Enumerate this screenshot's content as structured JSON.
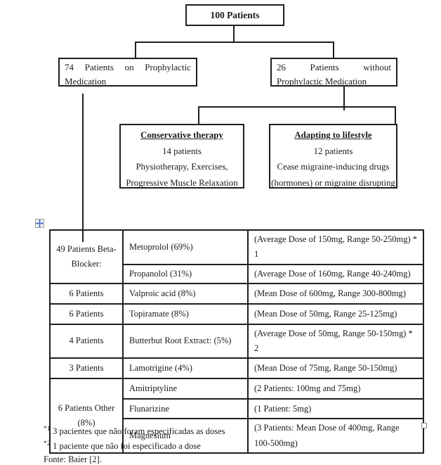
{
  "flowchart": {
    "root": "100 Patients",
    "left_branch": "74 Patients on Prophylactic Medication",
    "right_branch": "26 Patients without Prophylactic Medication",
    "conservative": {
      "title": "Conservative therapy",
      "count": "14 patients",
      "line2": "Physiotherapy, Exercises,",
      "line3": "Progressive Muscle Relaxation"
    },
    "lifestyle": {
      "title": "Adapting to lifestyle",
      "count": "12 patients",
      "line2": "Cease migraine-inducing drugs",
      "line3": "(hormones) or migraine disrupting"
    }
  },
  "table": {
    "rows": [
      {
        "group": "49 Patients Beta-Blocker:",
        "drug": "Metoprolol (69%)",
        "dose": "(Average Dose of 150mg, Range 50-250mg) * 1"
      },
      {
        "drug": "Propanolol (31%)",
        "dose": "(Average Dose of 160mg, Range 40-240mg)"
      },
      {
        "group": "6 Patients",
        "drug": "Valproic acid (8%)",
        "dose": "(Mean Dose of 600mg, Range 300-800mg)"
      },
      {
        "group": "6 Patients",
        "drug": "Topiramate (8%)",
        "dose": "(Mean Dose of 50mg, Range 25-125mg)"
      },
      {
        "group": "4 Patients",
        "drug": "Butterbut Root Extract: (5%)",
        "dose": "(Average Dose of 50mg, Range 50-150mg) * 2"
      },
      {
        "group": "3 Patients",
        "drug": "Lamotrigine (4%)",
        "dose": "(Mean Dose of 75mg, Range 50-150mg)"
      },
      {
        "group": "6 Patients Other (8%)",
        "drug": "Amitriptyline",
        "dose": "(2 Patients: 100mg and 75mg)"
      },
      {
        "drug": "Flunarizine",
        "dose": "(1 Patient: 5mg)"
      },
      {
        "drug": "Magnesium",
        "dose": "(3 Patients: Mean Dose of 400mg, Range 100-500mg)"
      }
    ]
  },
  "footnotes": [
    {
      "marker": "*1",
      "text": " 3 pacientes que não foram especificadas as doses"
    },
    {
      "marker": "*2",
      "text": " 1 paciente que não foi especificado a dose"
    }
  ],
  "source": "Fonte: Baier [2].",
  "icons": {
    "move_handle": "move-cross-icon",
    "resize_handle": "resize-square-icon"
  },
  "colors": {
    "line": "#1f1f1f",
    "handle_blue": "#3b6cc7",
    "handle_border": "#9a9a9a"
  }
}
